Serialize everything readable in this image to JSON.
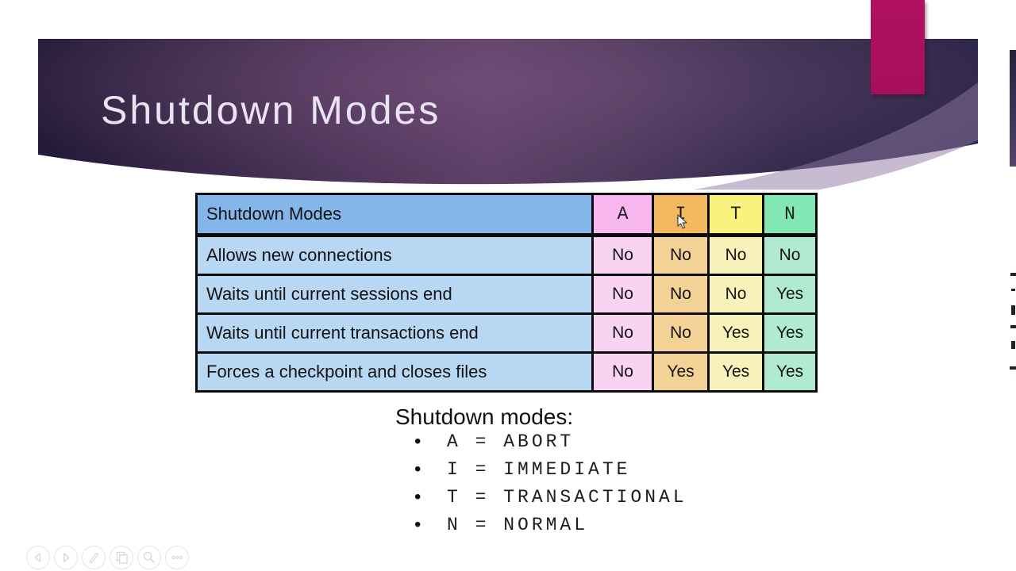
{
  "slide": {
    "title": "Shutdown Modes",
    "table": {
      "corner_label": "Shutdown Modes",
      "columns": [
        "A",
        "I",
        "T",
        "N"
      ],
      "rows": [
        {
          "label": "Allows new connections",
          "values": [
            "No",
            "No",
            "No",
            "No"
          ]
        },
        {
          "label": "Waits until current sessions end",
          "values": [
            "No",
            "No",
            "No",
            "Yes"
          ]
        },
        {
          "label": "Waits until current transactions end",
          "values": [
            "No",
            "No",
            "Yes",
            "Yes"
          ]
        },
        {
          "label": "Forces a checkpoint and closes files",
          "values": [
            "No",
            "Yes",
            "Yes",
            "Yes"
          ]
        }
      ]
    },
    "legend": {
      "heading": "Shutdown modes:",
      "bullet": "•",
      "items": [
        "A = ABORT",
        "I = IMMEDIATE",
        "T = TRANSACTIONAL",
        "N = NORMAL"
      ]
    }
  },
  "colors": {
    "banner_left": "#231a37",
    "banner_mid": "#5e4168",
    "banner_right": "#2b2547",
    "accent_rect": "#b01161",
    "table_border": "#0b0b0b",
    "col_blue_header": "#85b6e9",
    "col_blue_body": "#b8d7f2",
    "col_a_header": "#f8b7ef",
    "col_a_body": "#f8d3f2",
    "col_i_header": "#f3b95e",
    "col_i_body": "#f3d295",
    "col_t_header": "#f9f27c",
    "col_t_body": "#f8f1ba",
    "col_n_header": "#82e7b3",
    "col_n_body": "#b0ebd1"
  },
  "player_controls": {
    "buttons": [
      {
        "icon": "previous-slide-icon"
      },
      {
        "icon": "next-slide-icon"
      },
      {
        "icon": "pen-icon"
      },
      {
        "icon": "copy-slide-icon"
      },
      {
        "icon": "magnifier-icon"
      },
      {
        "icon": "more-options-icon"
      }
    ]
  }
}
